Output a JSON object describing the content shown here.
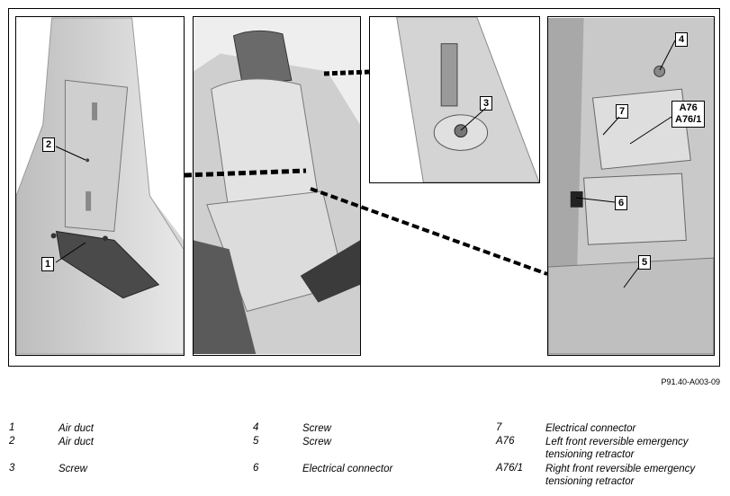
{
  "callouts": [
    "1",
    "2",
    "3",
    "4",
    "5",
    "6",
    "7"
  ],
  "callout_multi": {
    "line1": "A76",
    "line2": "A76/1"
  },
  "reference": "P91.40-A003-09",
  "legend": [
    {
      "num": "1",
      "text": "Air duct"
    },
    {
      "num": "2",
      "text": "Air duct"
    },
    {
      "num": "3",
      "text": "Screw"
    },
    {
      "num": "4",
      "text": "Screw"
    },
    {
      "num": "5",
      "text": "Screw"
    },
    {
      "num": "6",
      "text": "Electrical connector"
    },
    {
      "num": "7",
      "text": "Electrical connector"
    },
    {
      "num": "A76",
      "text": "Left front reversible emergency",
      "text2": "tensioning retractor"
    },
    {
      "num": "A76/1",
      "text": "Right front reversible emergency",
      "text2": "tensioning retractor"
    }
  ]
}
